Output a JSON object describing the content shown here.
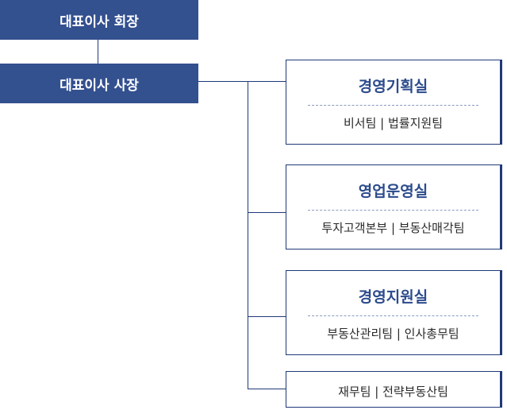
{
  "executives": {
    "chairman": "대표이사 회장",
    "president": "대표이사 사장"
  },
  "offices": [
    {
      "title": "경영기획실",
      "teams": "비서팀 | 법률지원팀"
    },
    {
      "title": "영업운영실",
      "teams": "투자고객본부 | 부동산매각팀"
    },
    {
      "title": "경영지원실",
      "teams": "부동산관리팀 | 인사총무팀"
    },
    {
      "title": "",
      "teams": "재무팀 | 전략부동산팀"
    }
  ],
  "colors": {
    "executive_fill": "#33508f",
    "line": "#1f3a78",
    "title_text": "#2c4b8c"
  }
}
